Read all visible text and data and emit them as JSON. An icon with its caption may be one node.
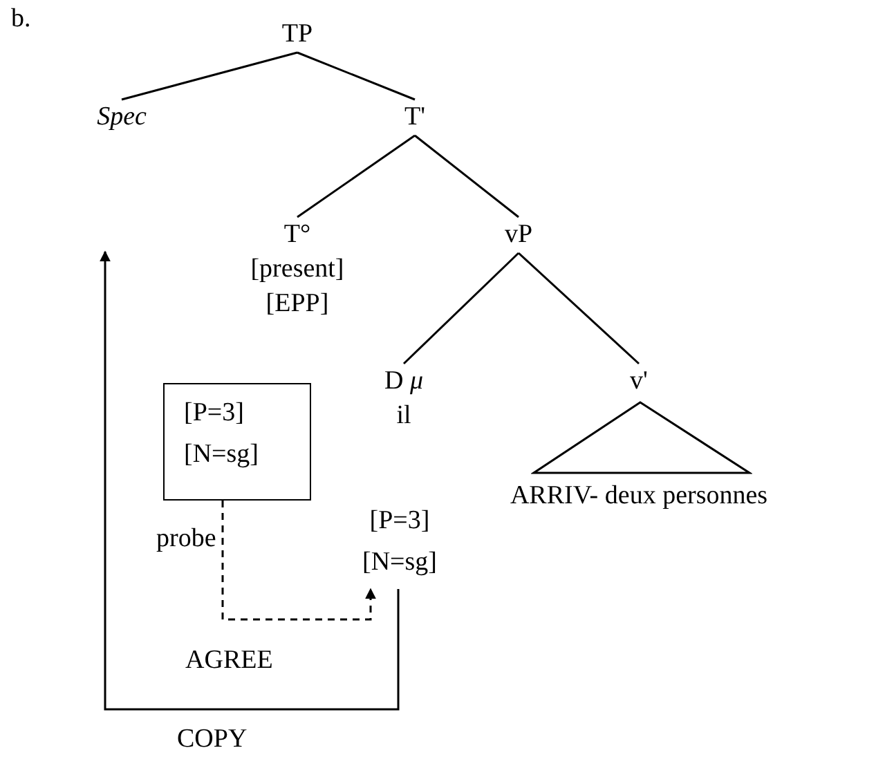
{
  "diagram": {
    "nodes": [
      {
        "text": [
          "TP"
        ]
      },
      {
        "text": [
          "Spec"
        ]
      },
      {
        "text": [
          "T'"
        ]
      },
      {
        "text": [
          "T°",
          "[present]",
          "[EPP]"
        ]
      },
      {
        "text": [
          "[P=3] [N=sg]"
        ],
        "beside": [
          "probe"
        ]
      },
      {
        "text": [
          "vP"
        ]
      },
      {
        "text": [
          "D *μ*",
          "il"
        ]
      },
      {
        "text": [
          "v'"
        ]
      },
      {
        "text": [
          "ARRIV- deux personnes"
        ]
      },
      {
        "text": [
          "[P=3] [N=sg]"
        ]
      }
    ],
    "edges": [
      {
        "from": 0,
        "to": 1,
        "arrow": "none"
      },
      {
        "from": 0,
        "to": 2,
        "arrow": "none"
      },
      {
        "from": 2,
        "to": 3,
        "arrow": "none"
      },
      {
        "from": 2,
        "to": 5,
        "arrow": "none"
      },
      {
        "from": 5,
        "to": 6,
        "arrow": "none"
      },
      {
        "from": 5,
        "to": 7,
        "arrow": "none"
      },
      {
        "from": 4,
        "to": 9,
        "arrow": "to",
        "style": "dashed",
        "label": "AGREE"
      },
      {
        "from": 9,
        "to": 1,
        "arrow": "to",
        "label": "COPY"
      }
    ],
    "labels": [
      "b."
    ]
  }
}
